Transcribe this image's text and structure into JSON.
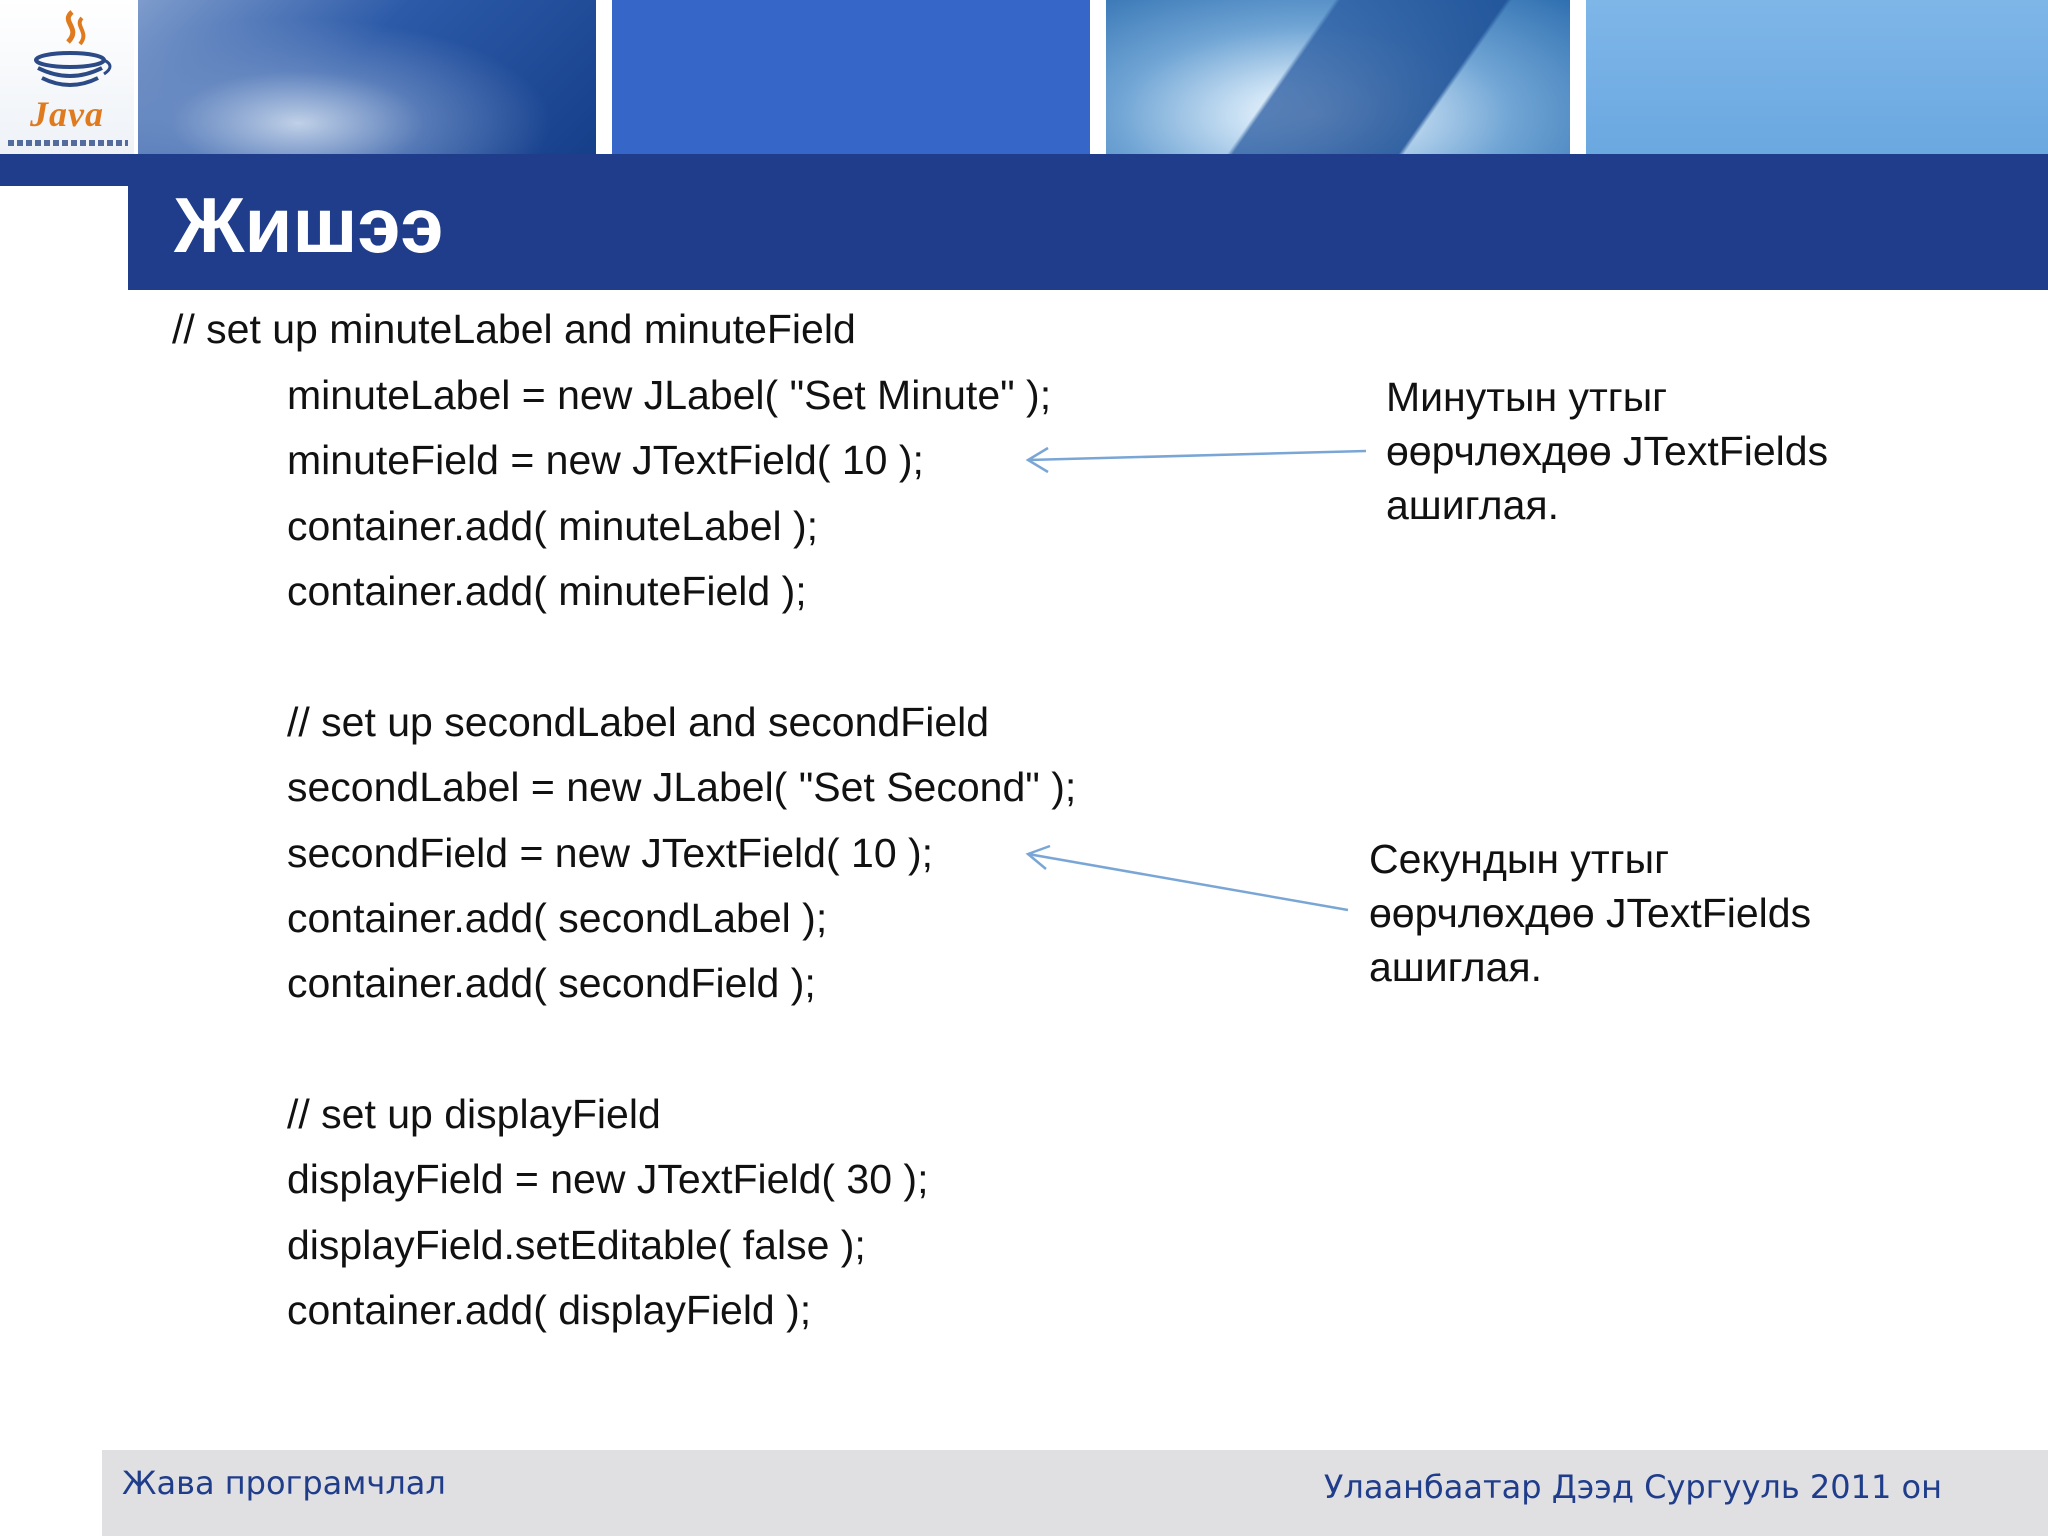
{
  "header": {
    "logo_text": "Java",
    "title": "Жишээ"
  },
  "code_lines": [
    "// set up minuteLabel and minuteField",
    "minuteLabel = new JLabel( \"Set Minute\" );",
    "minuteField = new JTextField( 10 );",
    "container.add( minuteLabel );",
    "container.add( minuteField );",
    "// set up secondLabel and secondField",
    "secondLabel = new JLabel( \"Set Second\" );",
    "secondField = new JTextField( 10 );",
    "container.add( secondLabel );",
    "container.add( secondField );",
    "// set up displayField",
    "displayField = new JTextField( 30 );",
    "displayField.setEditable( false );",
    "container.add( displayField );"
  ],
  "callouts": [
    "Минутын утгыг\nөөрчлөхдөө JTextFields\nашиглая.",
    "Секундын утгыг\nөөрчлөхдөө JTextFields\nашиглая."
  ],
  "colors": {
    "title_band": "#1f3d8a",
    "arrow": "#7aa6d6",
    "footer_text": "#1f3d8a"
  },
  "footer": {
    "left": "Жава програмчлал",
    "right": "Улаанбаатар Дээд Сургууль 2011 он"
  }
}
